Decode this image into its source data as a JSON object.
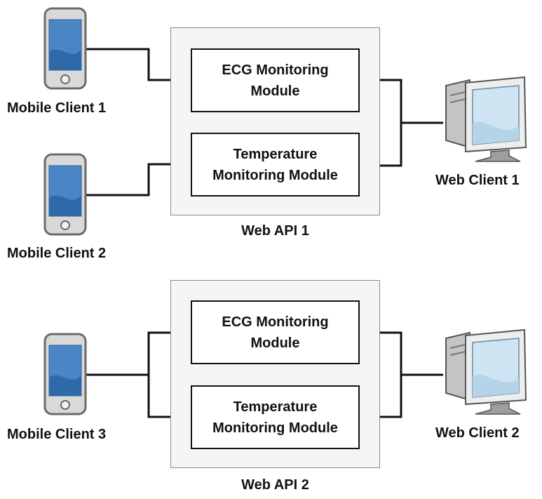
{
  "diagram": {
    "mobile_clients": [
      {
        "label": "Mobile Client 1"
      },
      {
        "label": "Mobile Client 2"
      },
      {
        "label": "Mobile Client 3"
      }
    ],
    "web_clients": [
      {
        "label": "Web Client 1"
      },
      {
        "label": "Web Client 2"
      }
    ],
    "apis": [
      {
        "label": "Web API 1",
        "modules": [
          {
            "label": "ECG Monitoring\nModule"
          },
          {
            "label": "Temperature\nMonitoring Module"
          }
        ]
      },
      {
        "label": "Web API 2",
        "modules": [
          {
            "label": "ECG Monitoring\nModule"
          },
          {
            "label": "Temperature\nMonitoring Module"
          }
        ]
      }
    ],
    "colors": {
      "api_fill": "#f5f5f5",
      "api_border": "#8a8a8a",
      "module_border": "#111111",
      "phone_body": "#d9d9d9",
      "phone_screen": "#4a86c5",
      "monitor_screen": "#cfe4f2",
      "connector": "#111111"
    },
    "icons": {
      "mobile": "smartphone-icon",
      "web": "desktop-computer-icon"
    }
  }
}
